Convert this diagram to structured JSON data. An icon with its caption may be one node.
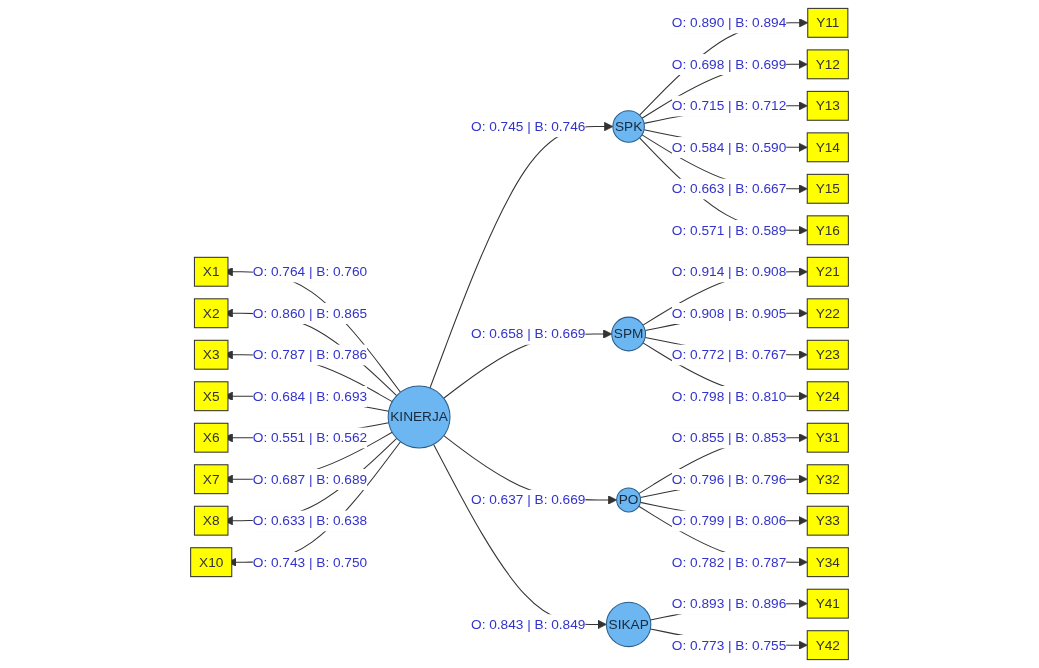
{
  "diagram": {
    "nodes": [
      {
        "text": [
          "X1"
        ]
      },
      {
        "text": [
          "X2"
        ]
      },
      {
        "text": [
          "X3"
        ]
      },
      {
        "text": [
          "X5"
        ]
      },
      {
        "text": [
          "X6"
        ]
      },
      {
        "text": [
          "X7"
        ]
      },
      {
        "text": [
          "X8"
        ]
      },
      {
        "text": [
          "X10"
        ]
      },
      {
        "text": [
          "KINERJA"
        ]
      },
      {
        "text": [
          "SPK"
        ]
      },
      {
        "text": [
          "SPM"
        ]
      },
      {
        "text": [
          "PO"
        ]
      },
      {
        "text": [
          "SIKAP"
        ]
      },
      {
        "text": [
          "Y11"
        ]
      },
      {
        "text": [
          "Y12"
        ]
      },
      {
        "text": [
          "Y13"
        ]
      },
      {
        "text": [
          "Y14"
        ]
      },
      {
        "text": [
          "Y15"
        ]
      },
      {
        "text": [
          "Y16"
        ]
      },
      {
        "text": [
          "Y21"
        ]
      },
      {
        "text": [
          "Y22"
        ]
      },
      {
        "text": [
          "Y23"
        ]
      },
      {
        "text": [
          "Y24"
        ]
      },
      {
        "text": [
          "Y31"
        ]
      },
      {
        "text": [
          "Y32"
        ]
      },
      {
        "text": [
          "Y33"
        ]
      },
      {
        "text": [
          "Y34"
        ]
      },
      {
        "text": [
          "Y41"
        ]
      },
      {
        "text": [
          "Y42"
        ]
      }
    ],
    "edges": [
      {
        "from": 8,
        "to": 0,
        "arrow": "to",
        "label": "O: 0.764 | B: 0.760"
      },
      {
        "from": 8,
        "to": 1,
        "arrow": "to",
        "label": "O: 0.860 | B: 0.865"
      },
      {
        "from": 8,
        "to": 2,
        "arrow": "to",
        "label": "O: 0.787 | B: 0.786"
      },
      {
        "from": 8,
        "to": 3,
        "arrow": "to",
        "label": "O: 0.684 | B: 0.693"
      },
      {
        "from": 8,
        "to": 4,
        "arrow": "to",
        "label": "O: 0.551 | B: 0.562"
      },
      {
        "from": 8,
        "to": 5,
        "arrow": "to",
        "label": "O: 0.687 | B: 0.689"
      },
      {
        "from": 8,
        "to": 6,
        "arrow": "to",
        "label": "O: 0.633 | B: 0.638"
      },
      {
        "from": 8,
        "to": 7,
        "arrow": "to",
        "label": "O: 0.743 | B: 0.750"
      },
      {
        "from": 8,
        "to": 9,
        "arrow": "to",
        "label": "O: 0.745 | B: 0.746"
      },
      {
        "from": 8,
        "to": 10,
        "arrow": "to",
        "label": "O: 0.658 | B: 0.669"
      },
      {
        "from": 8,
        "to": 11,
        "arrow": "to",
        "label": "O: 0.637 | B: 0.669"
      },
      {
        "from": 8,
        "to": 12,
        "arrow": "to",
        "label": "O: 0.843 | B: 0.849"
      },
      {
        "from": 9,
        "to": 13,
        "arrow": "to",
        "label": "O: 0.890 | B: 0.894"
      },
      {
        "from": 9,
        "to": 14,
        "arrow": "to",
        "label": "O: 0.698 | B: 0.699"
      },
      {
        "from": 9,
        "to": 15,
        "arrow": "to",
        "label": "O: 0.715 | B: 0.712"
      },
      {
        "from": 9,
        "to": 16,
        "arrow": "to",
        "label": "O: 0.584 | B: 0.590"
      },
      {
        "from": 9,
        "to": 17,
        "arrow": "to",
        "label": "O: 0.663 | B: 0.667"
      },
      {
        "from": 9,
        "to": 18,
        "arrow": "to",
        "label": "O: 0.571 | B: 0.589"
      },
      {
        "from": 10,
        "to": 19,
        "arrow": "to",
        "label": "O: 0.914 | B: 0.908"
      },
      {
        "from": 10,
        "to": 20,
        "arrow": "to",
        "label": "O: 0.908 | B: 0.905"
      },
      {
        "from": 10,
        "to": 21,
        "arrow": "to",
        "label": "O: 0.772 | B: 0.767"
      },
      {
        "from": 10,
        "to": 22,
        "arrow": "to",
        "label": "O: 0.798 | B: 0.810"
      },
      {
        "from": 11,
        "to": 23,
        "arrow": "to",
        "label": "O: 0.855 | B: 0.853"
      },
      {
        "from": 11,
        "to": 24,
        "arrow": "to",
        "label": "O: 0.796 | B: 0.796"
      },
      {
        "from": 11,
        "to": 25,
        "arrow": "to",
        "label": "O: 0.799 | B: 0.806"
      },
      {
        "from": 11,
        "to": 26,
        "arrow": "to",
        "label": "O: 0.782 | B: 0.787"
      },
      {
        "from": 12,
        "to": 27,
        "arrow": "to",
        "label": "O: 0.893 | B: 0.896"
      },
      {
        "from": 12,
        "to": 28,
        "arrow": "to",
        "label": "O: 0.773 | B: 0.755"
      }
    ]
  }
}
